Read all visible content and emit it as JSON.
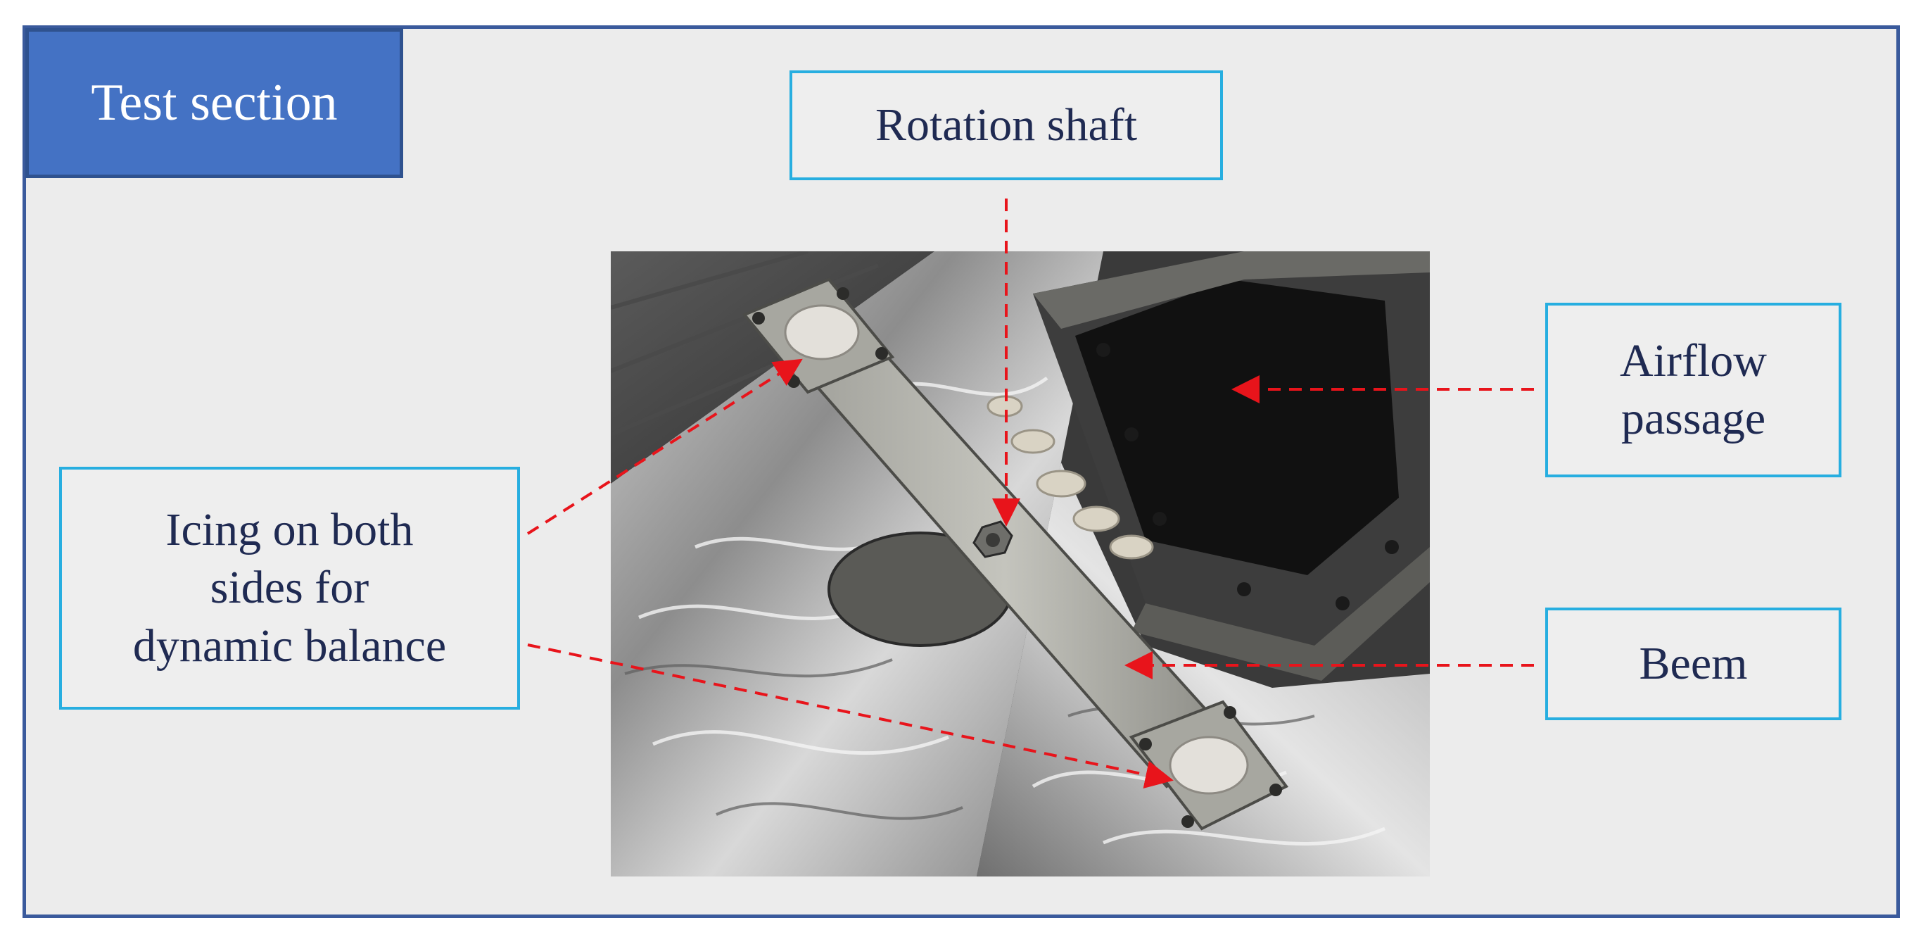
{
  "title": "Test section",
  "labels": {
    "rotation_shaft": "Rotation shaft",
    "airflow_passage_line1": "Airflow",
    "airflow_passage_line2": "passage",
    "icing_line1": "Icing on both",
    "icing_line2": "sides for",
    "icing_line3": "dynamic balance",
    "beem": "Beem"
  },
  "colors": {
    "title_fill": "#4472c4",
    "label_border": "#27aee0",
    "label_text": "#1f2a52",
    "arrow": "#e8141b",
    "frame_border": "#3a5a9c"
  }
}
